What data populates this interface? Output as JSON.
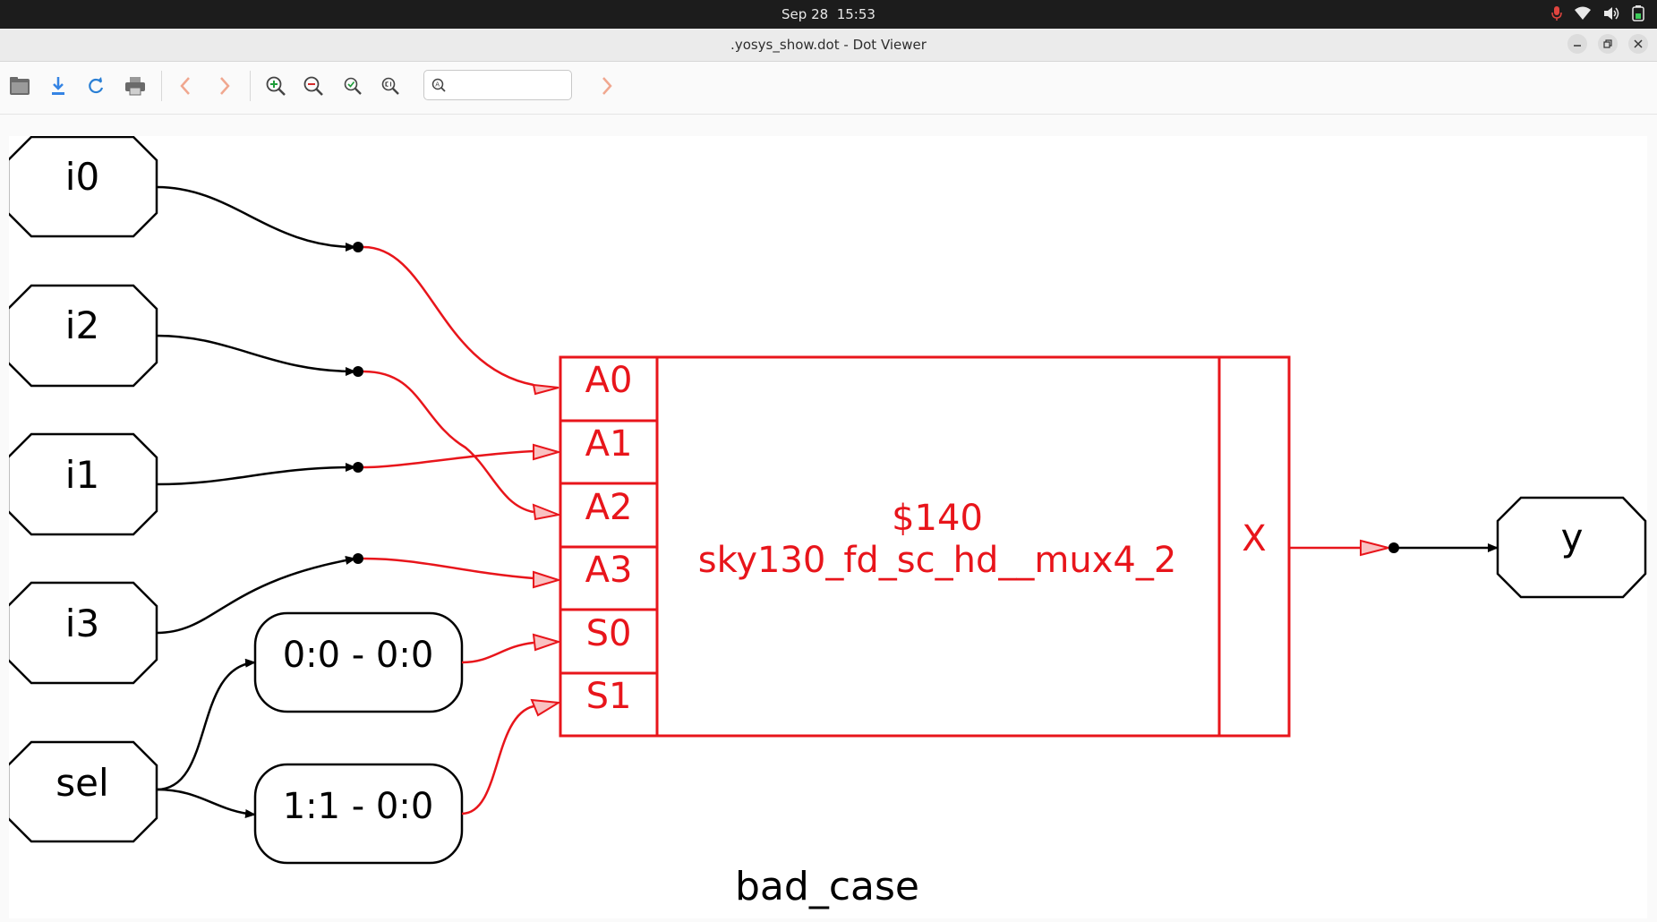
{
  "system": {
    "date": "Sep 28",
    "time": "15:53",
    "tray_icons": [
      "microphone-icon",
      "wifi-icon",
      "volume-icon",
      "battery-icon"
    ]
  },
  "window": {
    "title": ".yosys_show.dot - Dot Viewer",
    "controls": [
      "minimize",
      "restore",
      "close"
    ]
  },
  "toolbar": {
    "buttons": [
      "open-icon",
      "save-icon",
      "reload-icon",
      "print-icon",
      "back-icon",
      "forward-icon",
      "zoom-in-icon",
      "zoom-out-icon",
      "zoom-fit-icon",
      "zoom-100-icon"
    ],
    "search_value": "",
    "search_next": "find-next-icon"
  },
  "colors": {
    "cell": "#e8151b",
    "edge": "#000000",
    "arrow_fill": "#f9c1c1"
  },
  "graph": {
    "inputs": [
      "i0",
      "i2",
      "i1",
      "i3",
      "sel"
    ],
    "output": "y",
    "splices": [
      "0:0 - 0:0",
      "1:1 - 0:0"
    ],
    "cell": {
      "id": "$140",
      "type": "sky130_fd_sc_hd__mux4_2",
      "in_ports": [
        "A0",
        "A1",
        "A2",
        "A3",
        "S0",
        "S1"
      ],
      "out_port": "X"
    },
    "caption": "bad_case"
  }
}
